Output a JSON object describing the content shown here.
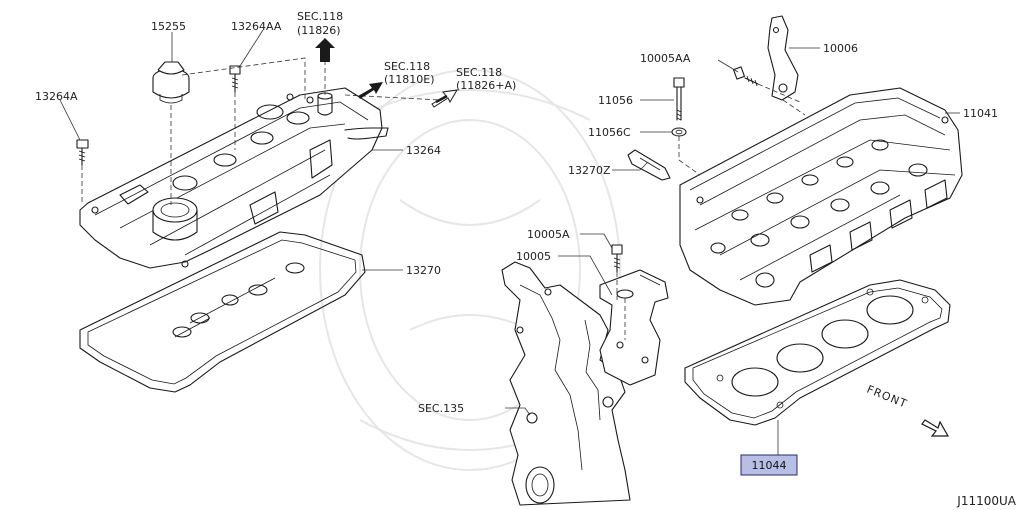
{
  "labels": {
    "p15255": "15255",
    "p13264AA": "13264AA",
    "p13264A": "13264A",
    "p13264": "13264",
    "p13270": "13270",
    "p10005AA": "10005AA",
    "p10006": "10006",
    "p11056": "11056",
    "p11056C": "11056C",
    "p11041": "11041",
    "p13270Z": "13270Z",
    "p10005A": "10005A",
    "p10005": "10005",
    "p11044": "11044"
  },
  "sections": {
    "s1_line1": "SEC.118",
    "s1_line2": "(11826)",
    "s2_line1": "SEC.118",
    "s2_line2": "(11810E)",
    "s3_line1": "SEC.118",
    "s3_line2": "(11826+A)",
    "s4": "SEC.135"
  },
  "front_label": "FRONT",
  "diagram_code": "J11100UA",
  "colors": {
    "highlight_fill": "#b8bfe6",
    "highlight_stroke": "#2a2a6a"
  }
}
